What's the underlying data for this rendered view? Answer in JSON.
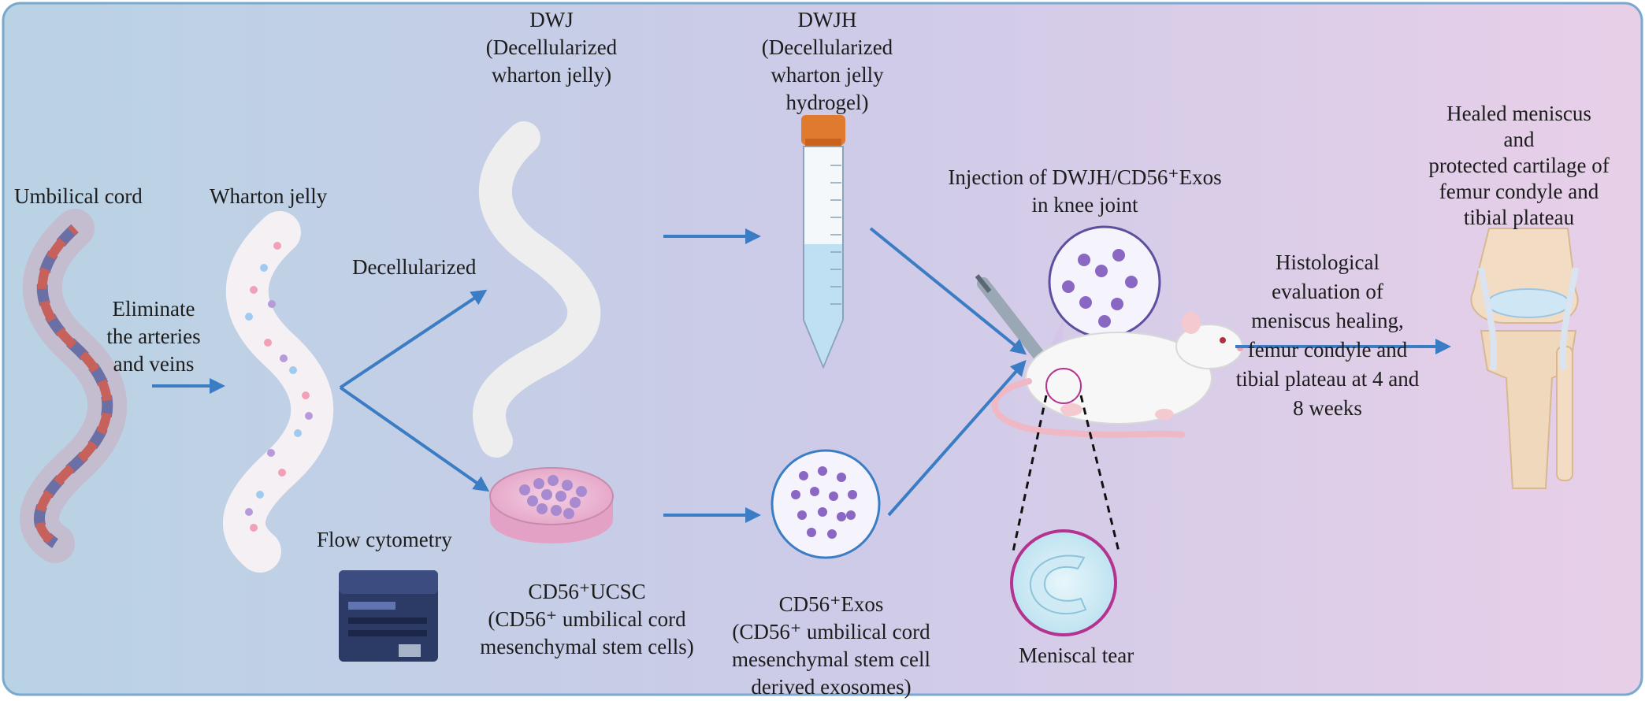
{
  "colors": {
    "bg_left": "#b9d3e4",
    "bg_mid": "#cdcbe8",
    "bg_right": "#e8cfe8",
    "arrow": "#3b7dc4",
    "vesicle": "#8b67c4",
    "magenta_ring": "#b4338f",
    "tube_cap": "#e07a2e",
    "tube_liquid": "#bfe0f2"
  },
  "icons": {
    "umbilical_cord": "twisted-cord-illustration",
    "wharton_jelly": "jelly-strip-illustration",
    "dwj": "white-scaffold-illustration",
    "tube": "conical-tube-illustration",
    "dish": "petri-dish-illustration",
    "exosomes": "vesicle-circle-illustration",
    "flow_cytometer": "flow-cytometer-illustration",
    "syringe": "syringe-illustration",
    "rat": "rat-illustration",
    "meniscus": "meniscus-c-illustration",
    "knee": "knee-joint-illustration"
  },
  "labels": {
    "umbilical_cord": "Umbilical cord",
    "wharton_jelly": "Wharton jelly",
    "eliminate": [
      "Eliminate",
      "the arteries",
      "and veins"
    ],
    "decellularized": "Decellularized",
    "dwj": [
      "DWJ",
      "(Decellularized",
      "wharton jelly)"
    ],
    "dwjh": [
      "DWJH",
      "(Decellularized",
      "wharton jelly",
      "hydrogel)"
    ],
    "flow_cytometry": "Flow cytometry",
    "ucsc": [
      "CD56⁺UCSC",
      "(CD56⁺ umbilical cord",
      "mesenchymal stem cells)"
    ],
    "exos": [
      "CD56⁺Exos",
      "(CD56⁺ umbilical cord",
      "mesenchymal stem cell",
      "derived exosomes)"
    ],
    "injection": [
      "Injection of  DWJH/CD56⁺Exos",
      "in knee joint"
    ],
    "meniscal_tear": "Meniscal tear",
    "histological": [
      "Histological",
      "evaluation of",
      "meniscus healing,",
      "femur condyle and",
      "tibial plateau at 4 and",
      "8 weeks"
    ],
    "healed": [
      "Healed meniscus",
      "and",
      "protected cartilage of",
      "femur condyle and",
      "tibial plateau"
    ]
  }
}
